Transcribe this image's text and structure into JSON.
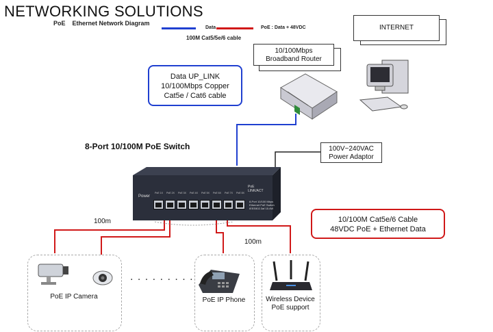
{
  "title": "NETWORKING SOLUTIONS",
  "subtitle": "PoE    Ethernet Network Diagram",
  "legend": {
    "data": "Data",
    "poe": "PoE : Data + 48VDC",
    "cable": "100M Cat5/5e/6 cable",
    "data_color": "#1f3fd0",
    "poe_color": "#d01818"
  },
  "internet": "INTERNET",
  "router": {
    "line1": "10/100Mbps",
    "line2": "Broadband Router"
  },
  "uplink": {
    "line1": "Data UP_LINK",
    "line2": "10/100Mbps Copper",
    "line3": "Cat5e / Cat6 cable"
  },
  "switch_title": "8-Port 10/100M PoE Switch",
  "switch": {
    "power_label": "Power",
    "status_label": "PoE\nLINK/ACT",
    "port_labels": [
      "PoE 1X",
      "PoE 2X",
      "PoE 3X",
      "PoE 4X",
      "PoE 5X",
      "PoE 6X",
      "PoE 7X",
      "PoE 8X"
    ],
    "spec_line1": "8-Port 10/100 Mbps",
    "spec_line2": "Ethernet PoE Switch",
    "spec_line3": "IEEE802.3af 15.4W"
  },
  "adaptor": {
    "line1": "100V~240VAC",
    "line2": "Power Adaptor"
  },
  "cable_info": {
    "line1": "10/100M Cat5e/6 Cable",
    "line2": "48VDC  PoE + Ethernet Data"
  },
  "distance_left": "100m",
  "distance_right": "100m",
  "camera_label": "PoE IP Camera",
  "phone_label": "PoE IP Phone",
  "wireless_label_line1": "Wireless Device",
  "wireless_label_line2": "PoE support",
  "ellipsis": ". . . . . . . . ."
}
